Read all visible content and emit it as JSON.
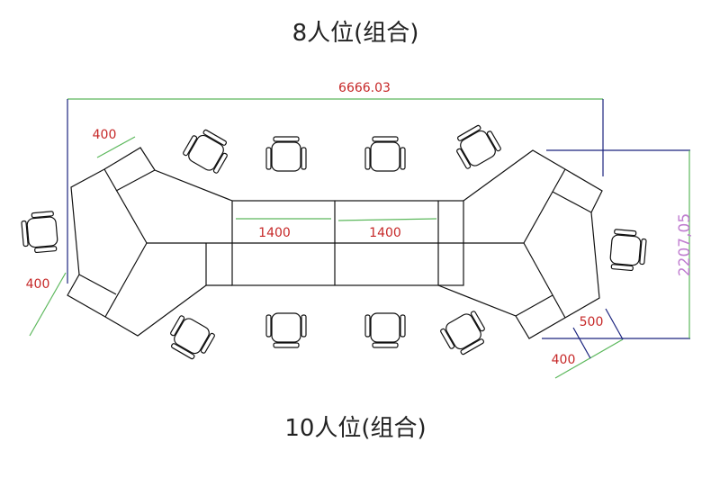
{
  "titles": {
    "top": "8人位(组合)",
    "bottom": "10人位(组合)"
  },
  "dimensions": {
    "total_width": "6666.03",
    "total_depth": "2207,05",
    "table_segment_1": "1400",
    "table_segment_2": "1400",
    "top_left_side": "400",
    "left_side": "400",
    "bottom_right_side": "400",
    "bottom_right_depth": "500"
  },
  "colors": {
    "dimension_text": "#c62828",
    "dimension_line": "#5cb85c",
    "extension_line": "#1a237e",
    "depth_text": "#c07ed0"
  }
}
